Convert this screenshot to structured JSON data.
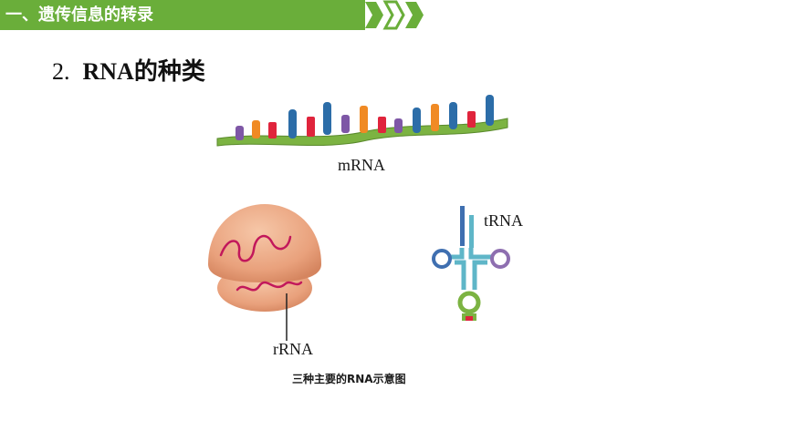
{
  "header": {
    "title": "一、遗传信息的转录"
  },
  "section": {
    "number": "2.",
    "title": "RNA的种类"
  },
  "figure": {
    "mrna_label": "mRNA",
    "trna_label": "tRNA",
    "rrna_label": "rRNA",
    "caption": "三种主要的RNA示意图"
  },
  "colors": {
    "header_green": "#6aae3a",
    "backbone_green": "#7cb342",
    "base_purple": "#7e57a6",
    "base_orange": "#f08a24",
    "base_red": "#e0243c",
    "base_blue": "#2c6da8"
  }
}
